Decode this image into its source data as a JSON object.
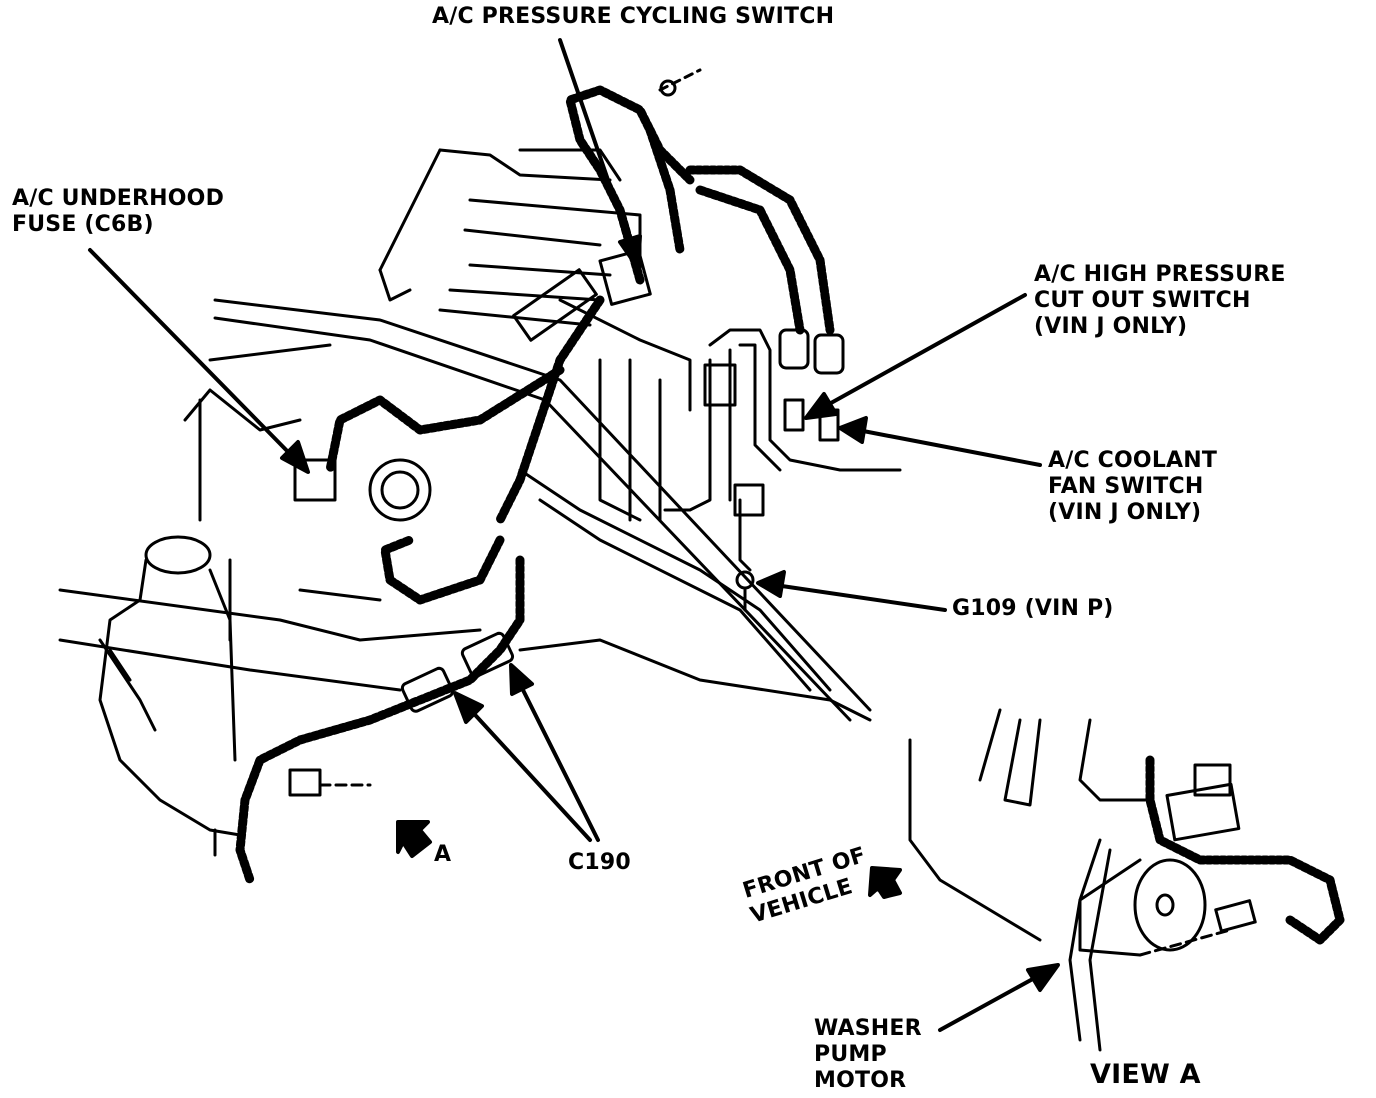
{
  "labels": {
    "pressure_cycling_switch": "A/C PRESSURE CYCLING SWITCH",
    "underhood_fuse": [
      "A/C UNDERHOOD",
      "FUSE (C6B)"
    ],
    "high_pressure_switch": [
      "A/C HIGH PRESSURE",
      "CUT OUT SWITCH",
      "(VIN J ONLY)"
    ],
    "coolant_fan_switch": [
      "A/C COOLANT",
      "FAN SWITCH",
      "(VIN J ONLY)"
    ],
    "ground": "G109 (VIN P)",
    "connector": "C190",
    "view_marker": "A",
    "front_of_vehicle": [
      "FRONT OF",
      "VEHICLE"
    ],
    "washer_pump_motor": [
      "WASHER",
      "PUMP",
      "MOTOR"
    ],
    "view_a": "VIEW A"
  }
}
